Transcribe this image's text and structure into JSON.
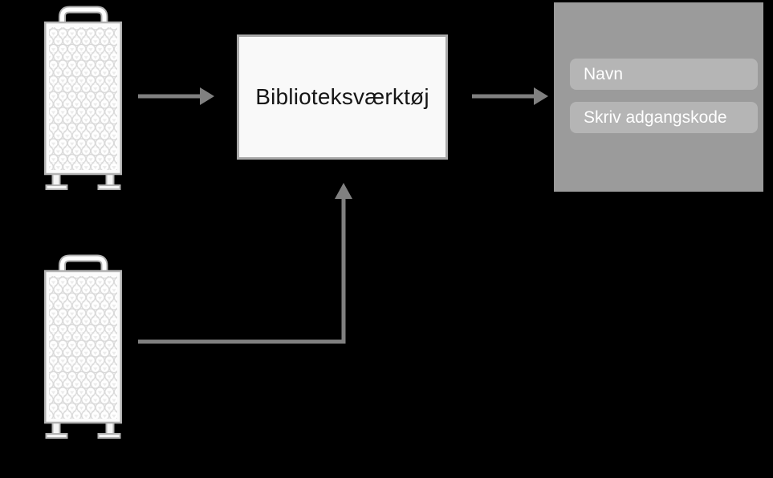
{
  "diagram": {
    "tool_box": {
      "label": "Biblioteksværktøj"
    },
    "login_panel": {
      "fields": [
        {
          "label": "Navn"
        },
        {
          "label": "Skriv adgangskode"
        }
      ]
    },
    "computers": [
      {
        "name": "mac-pro-tower-top"
      },
      {
        "name": "mac-pro-tower-bottom"
      }
    ],
    "connectors": [
      {
        "name": "arrow-mac1-to-tool",
        "direction": "right"
      },
      {
        "name": "arrow-tool-to-login",
        "direction": "right"
      },
      {
        "name": "arrow-mac2-to-tool",
        "direction": "elbow-up"
      }
    ]
  },
  "colors": {
    "background": "#000000",
    "arrow": "#808080",
    "box_fill": "#f9f9f9",
    "box_border": "#a9a9a9",
    "box_text": "#161616",
    "panel_bg": "#9b9b9b",
    "field_bg": "#b5b5b5",
    "field_text": "#ffffff",
    "device_fill": "#fbfbfb",
    "device_stroke": "#b3b3b3",
    "lattice_stroke": "#d9d9d9",
    "hole_shade": "#ebebeb"
  }
}
